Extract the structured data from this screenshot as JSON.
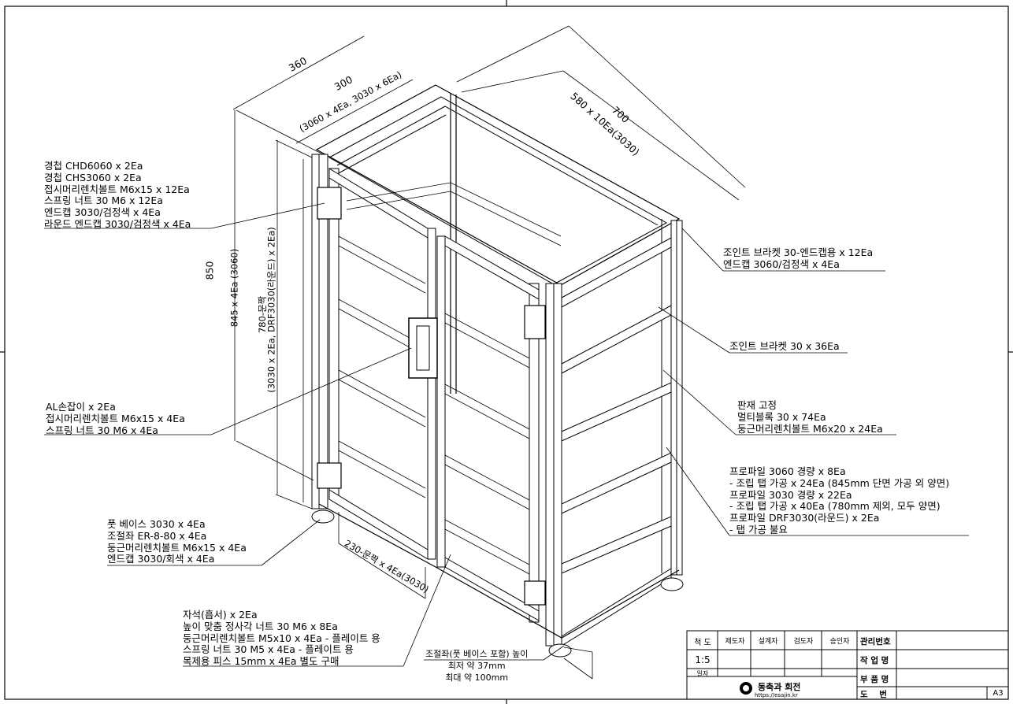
{
  "dimensions": {
    "d360": "360",
    "d300": "300",
    "d300_sub": "(3060 x 4Ea, 3030 x 6Ea)",
    "d700": "700",
    "d580": "580 x 10Ea(3030)",
    "d850": "850",
    "d845": "845 x 4Ea (3060)",
    "d780": "780-문짝",
    "d780_sub": "(3030 x 2Ea, DRF3030(라운드) x 2Ea)",
    "d230": "230-문짝 x 4Ea(3030)"
  },
  "callouts": {
    "hinge": [
      "경첩 CHD6060 x 2Ea",
      "경첩 CHS3060 x 2Ea",
      "접시머리렌치볼트 M6x15 x 12Ea",
      "스프링 너트 30 M6 x 12Ea",
      "엔드캡 3030/검정색 x 4Ea",
      "라운드 엔드캡 3030/검정색 x 4Ea"
    ],
    "handle": [
      "AL손잡이 x 2Ea",
      "접시머리렌치볼트 M6x15 x 4Ea",
      "스프링 너트 30 M6 x 4Ea"
    ],
    "foot": [
      "풋 베이스 3030 x 4Ea",
      "조절좌 ER-8-80 x 4Ea",
      "둥근머리렌치볼트 M6x15 x 4Ea",
      "엔드캡 3030/회색 x 4Ea"
    ],
    "magnet": [
      "자석(흡서) x 2Ea",
      "높이 맞춤 정사각 너트 30 M6 x 8Ea",
      "둥근머리렌치볼트 M5x10 x 4Ea - 플레이트 용",
      "스프링 너트 30 M5 x 4Ea - 플레이트 용",
      "목제용 피스 15mm x 4Ea 별도 구매"
    ],
    "leveler": [
      "조절좌(풋 베이스 포함) 높이",
      "최저 약 37mm",
      "최대 약 100mm"
    ],
    "joint_endcap": [
      "조인트 브라켓 30-엔드캡용 x 12Ea",
      "엔드캡 3060/검정색 x 4Ea"
    ],
    "joint": [
      "조인트 브라켓 30 x 36Ea"
    ],
    "panel": [
      "판재 고정",
      "멀티블록 30 x 74Ea",
      "둥근머리렌치볼트 M6x20 x 24Ea"
    ],
    "profile": [
      "프로파일 3060 경량 x 8Ea",
      " - 조립 탭 가공 x 24Ea (845mm 단면 가공 외 양면)",
      "프로파일 3030 경량 x 22Ea",
      " - 조립 탭 가공 x 40Ea (780mm 제외, 모두 양면)",
      "프로파일 DRF3030(라운드) x 2Ea",
      " - 탭 가공 불요"
    ]
  },
  "title_block": {
    "scale_label": "척 도",
    "drafter": "제도자",
    "designer": "설계자",
    "checker": "검도자",
    "approver": "승인자",
    "mgmt_no": "관리번호",
    "work_name": "작 업 명",
    "part_name": "부 품 명",
    "drawing_no": "도    번",
    "scale": "1:5",
    "date_label": "일자",
    "brand": "동축과 회전",
    "url": "https://esajin.kr",
    "sheet": "A3"
  }
}
